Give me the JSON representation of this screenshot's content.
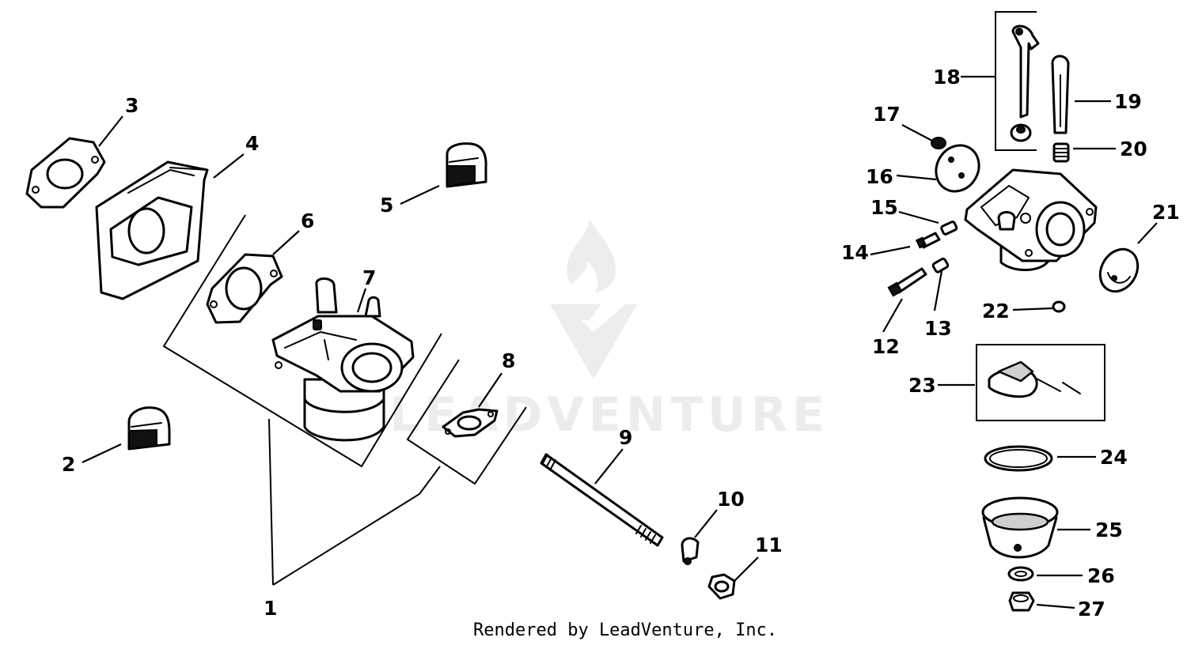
{
  "watermark": {
    "text": "LEADVENTURE"
  },
  "footer": {
    "text": "Rendered by LeadVenture, Inc."
  },
  "callouts": {
    "c1": "1",
    "c2": "2",
    "c3": "3",
    "c4": "4",
    "c5": "5",
    "c6": "6",
    "c7": "7",
    "c8": "8",
    "c9": "9",
    "c10": "10",
    "c11": "11",
    "c12": "12",
    "c13": "13",
    "c14": "14",
    "c15": "15",
    "c16": "16",
    "c17": "17",
    "c18": "18",
    "c19": "19",
    "c20": "20",
    "c21": "21",
    "c22": "22",
    "c23": "23",
    "c24": "24",
    "c25": "25",
    "c26": "26",
    "c27": "27"
  }
}
